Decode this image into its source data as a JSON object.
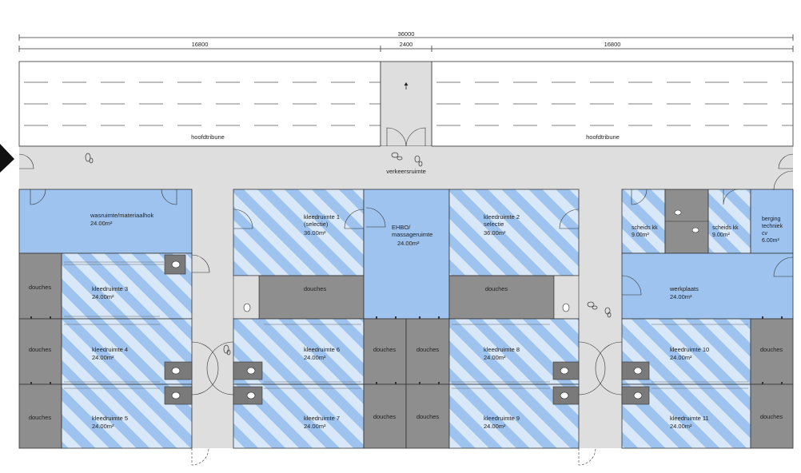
{
  "dimensions": {
    "overall": "36000",
    "left": "16800",
    "middle": "2400",
    "right": "16800"
  },
  "tribunes": {
    "left": "hoofdtribune",
    "right": "hoofdtribune"
  },
  "corridor": {
    "label": "verkeersruimte"
  },
  "rooms": {
    "wasruimte": {
      "name": "wasruimte/materiaalhok",
      "area": "24.00m²"
    },
    "kleed1": {
      "name1": "kleedruimte 1",
      "name2": "(selectie)",
      "area": "36.00m²"
    },
    "ehbo": {
      "name1": "EHBO/",
      "name2": "massageruimte",
      "area": "24.00m²"
    },
    "kleed2": {
      "name1": "kleedruimte 2",
      "name2": "selectie",
      "area": "36.00m²"
    },
    "scheids1": {
      "name": "scheids kk",
      "area": "9.00m²"
    },
    "scheids2": {
      "name": "scheids kk",
      "area": "9.00m²"
    },
    "berging": {
      "name1": "berging",
      "name2": "techniek",
      "name3": "cv",
      "area": "6.00m²"
    },
    "werkplaats": {
      "name": "werkplaats",
      "area": "24.00m²"
    },
    "kleed3": {
      "name": "kleedruimte 3",
      "area": "24.00m²"
    },
    "kleed4": {
      "name": "kleedruimte 4",
      "area": "24.00m²"
    },
    "kleed5": {
      "name": "kleedruimte 5",
      "area": "24.00m²"
    },
    "kleed6": {
      "name": "kleedruimte 6",
      "area": "24.00m²"
    },
    "kleed7": {
      "name": "kleedruimte 7",
      "area": "24.00m²"
    },
    "kleed8": {
      "name": "kleedruimte 8",
      "area": "24.00m²"
    },
    "kleed9": {
      "name": "kleedruimte 9",
      "area": "24.00m²"
    },
    "kleed10": {
      "name": "kleedruimte 10",
      "area": "24.00m²"
    },
    "kleed11": {
      "name": "kleedruimte 11",
      "area": "24.00m²"
    }
  },
  "douches_label": "douches",
  "colors": {
    "blue": "#9dc3ee",
    "stripe": "#d8e8f8",
    "corridor": "#dedede",
    "douche": "#8e8e8e",
    "wc": "#7a7a7a",
    "line": "#333333"
  },
  "icons": {
    "arrow": "up-arrow-icon",
    "footprints": "footprint-icon",
    "pointer": "side-pointer-icon"
  }
}
